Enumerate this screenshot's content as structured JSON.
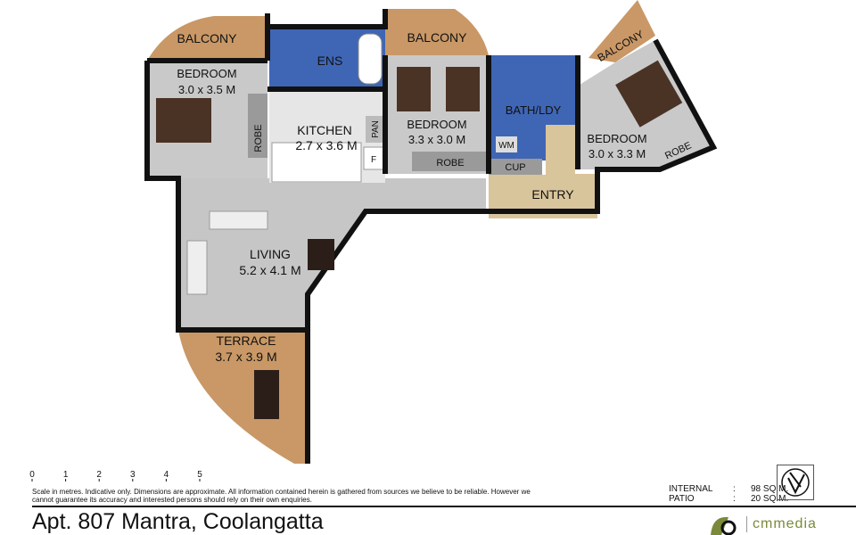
{
  "rooms": {
    "balcony_left": "BALCONY",
    "balcony_mid": "BALCONY",
    "balcony_right": "BALCONY",
    "bedroom_left": {
      "name": "BEDROOM",
      "size": "3.0 x 3.5 M"
    },
    "ens": "ENS",
    "kitchen": {
      "name": "KITCHEN",
      "size": "2.7 x 3.6 M"
    },
    "pan": "PAN",
    "fridge": "F",
    "robe_left": "ROBE",
    "bedroom_mid": {
      "name": "BEDROOM",
      "size": "3.3 x 3.0 M"
    },
    "robe_mid": "ROBE",
    "bath": "BATH/LDY",
    "wm": "WM",
    "cup": "CUP",
    "entry": "ENTRY",
    "bedroom_right": {
      "name": "BEDROOM",
      "size": "3.0 x 3.3 M"
    },
    "robe_right": "ROBE",
    "living": {
      "name": "LIVING",
      "size": "5.2 x 4.1 M"
    },
    "terrace": {
      "name": "TERRACE",
      "size": "3.7 x 3.9 M"
    }
  },
  "scale": {
    "ticks": [
      "0",
      "1",
      "2",
      "3",
      "4",
      "5"
    ],
    "unit": "metres"
  },
  "disclaimer": "Scale in metres.  Indicative only.  Dimensions are approximate.  All information contained herein is gathered from sources we believe to be reliable.  However we cannot guarantee its accuracy and interested persons should rely on their own enquiries.",
  "title": "Apt. 807 Mantra, Coolangatta",
  "areas": [
    {
      "label": "INTERNAL",
      "sep": ":",
      "value": "98 SQ.M."
    },
    {
      "label": "PATIO",
      "sep": ":",
      "value": "20 SQ.M."
    }
  ],
  "logo": {
    "text": "cmmedia"
  },
  "colors": {
    "balcony": "#c99866",
    "carpet": "#c9c9c9",
    "tile_blue": "#3f66b5",
    "entry": "#d9c59b",
    "wall": "#111111"
  }
}
